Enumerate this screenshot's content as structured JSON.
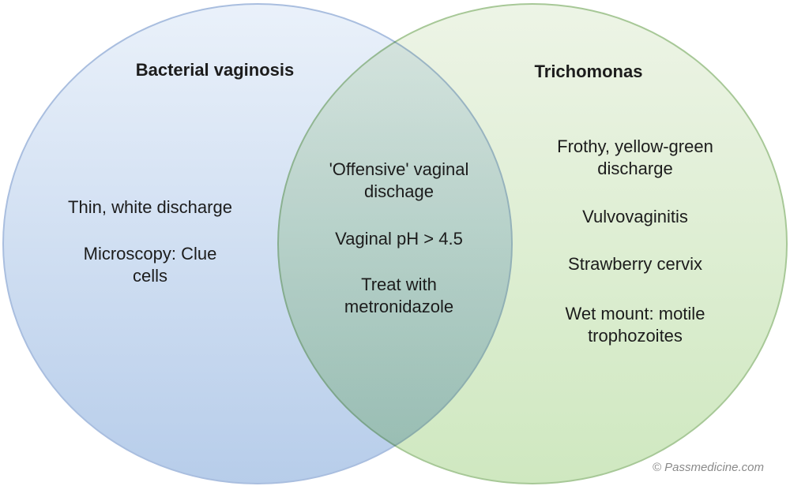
{
  "colors": {
    "background": "#ffffff",
    "text": "#1c1c1c",
    "left_fill_top": "#eaf1fa",
    "left_fill_bottom": "#b7cdea",
    "left_border": "#a9bedf",
    "right_fill_top": "#edf4e6",
    "right_fill_bottom": "#cfe8c0",
    "right_border": "#a7c897",
    "watermark": "#8a8a8a"
  },
  "left_circle": {
    "title": "Bacterial vaginosis",
    "items": [
      "Thin, white discharge",
      "Microscopy: Clue\ncells"
    ]
  },
  "overlap": {
    "items": [
      "'Offensive' vaginal\ndischage",
      "Vaginal pH > 4.5",
      "Treat with\nmetronidazole"
    ]
  },
  "right_circle": {
    "title": "Trichomonas",
    "items": [
      "Frothy, yellow-green\ndischarge",
      "Vulvovaginitis",
      "Strawberry cervix",
      "Wet mount: motile\ntrophozoites"
    ]
  },
  "watermark": "© Passmedicine.com"
}
